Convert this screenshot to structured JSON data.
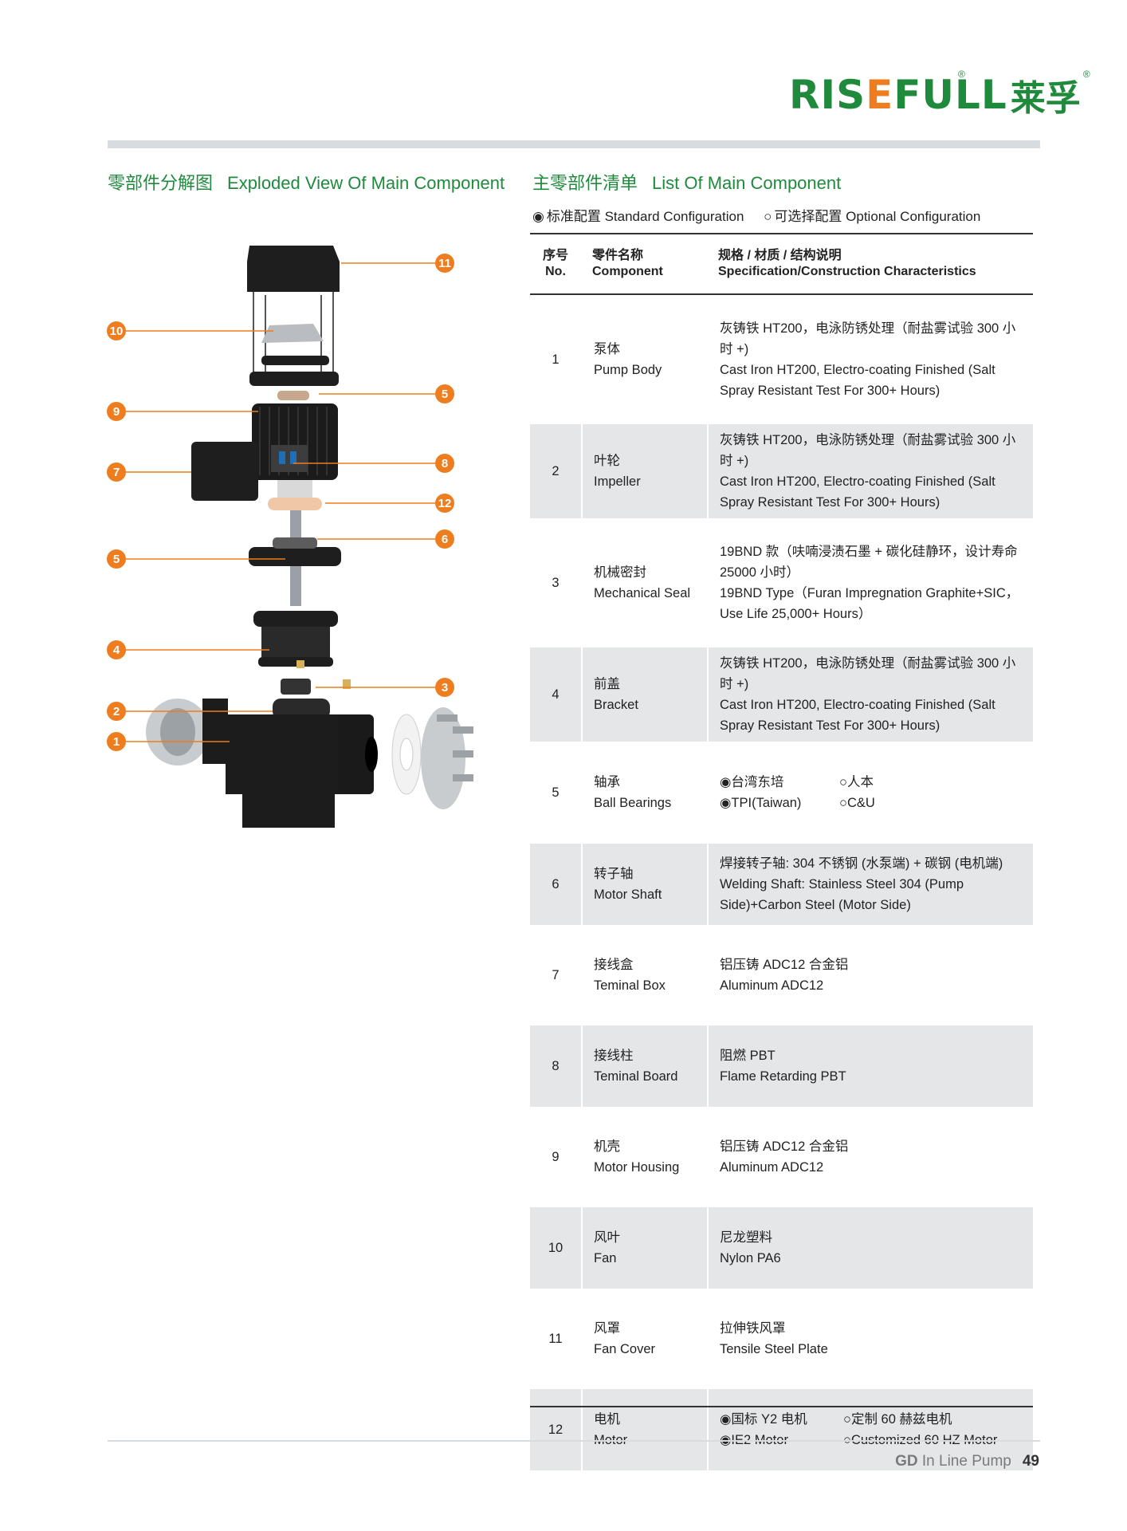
{
  "brand": {
    "name_latin": "RISEFULL",
    "name_cn": "莱孚"
  },
  "left_title": {
    "zh": "零部件分解图",
    "en": "Exploded View Of Main Component"
  },
  "right_title": {
    "zh": "主零部件清单",
    "en": "List Of Main Component"
  },
  "legend": {
    "standard": "标准配置 Standard Configuration",
    "optional": "可选择配置 Optional Configuration"
  },
  "table_header": {
    "no_zh": "序号",
    "no_en": "No.",
    "comp_zh": "零件名称",
    "comp_en": "Component",
    "spec_zh": "规格 / 材质 / 结构说明",
    "spec_en": "Specification/Construction Characteristics"
  },
  "rows": [
    {
      "no": "1",
      "zh": "泵体",
      "en": "Pump Body",
      "spec": [
        "灰铸铁 HT200，电泳防锈处理（耐盐雾试验 300 小时 +)",
        "Cast Iron HT200, Electro-coating Finished (Salt Spray Resistant Test For 300+ Hours)"
      ]
    },
    {
      "no": "2",
      "zh": "叶轮",
      "en": "Impeller",
      "spec": [
        "灰铸铁 HT200，电泳防锈处理（耐盐雾试验 300 小时 +)",
        "Cast Iron HT200, Electro-coating Finished (Salt Spray Resistant Test For 300+ Hours)"
      ]
    },
    {
      "no": "3",
      "zh": "机械密封",
      "en": "Mechanical Seal",
      "spec": [
        "19BND 款（呋喃浸渍石墨 + 碳化硅静环，设计寿命 25000 小时）",
        "19BND Type（Furan Impregnation Graphite+SIC，Use Life 25,000+ Hours）"
      ]
    },
    {
      "no": "4",
      "zh": "前盖",
      "en": "Bracket",
      "spec": [
        "灰铸铁 HT200，电泳防锈处理（耐盐雾试验 300 小时 +)",
        "Cast Iron HT200, Electro-coating Finished (Salt Spray Resistant Test For 300+ Hours)"
      ]
    },
    {
      "no": "5",
      "zh": "轴承",
      "en": "Ball Bearings",
      "opt_std": [
        "台湾东培",
        "TPI(Taiwan)"
      ],
      "opt_alt": [
        "人本",
        "C&U"
      ]
    },
    {
      "no": "6",
      "zh": "转子轴",
      "en": "Motor Shaft",
      "spec": [
        "焊接转子轴: 304 不锈钢 (水泵端) + 碳钢 (电机端)",
        "Welding Shaft: Stainless Steel 304 (Pump Side)+Carbon Steel (Motor Side)"
      ]
    },
    {
      "no": "7",
      "zh": "接线盒",
      "en": "Teminal Box",
      "spec": [
        "铝压铸 ADC12 合金铝",
        "Aluminum ADC12"
      ]
    },
    {
      "no": "8",
      "zh": "接线柱",
      "en": "Teminal Board",
      "spec": [
        "阻燃 PBT",
        "Flame Retarding PBT"
      ]
    },
    {
      "no": "9",
      "zh": "机壳",
      "en": "Motor Housing",
      "spec": [
        "铝压铸 ADC12 合金铝",
        "Aluminum ADC12"
      ]
    },
    {
      "no": "10",
      "zh": "风叶",
      "en": "Fan",
      "spec": [
        "尼龙塑料",
        "Nylon PA6"
      ]
    },
    {
      "no": "11",
      "zh": "风罩",
      "en": "Fan Cover",
      "spec": [
        "拉伸铁风罩",
        "Tensile Steel Plate"
      ]
    },
    {
      "no": "12",
      "zh": "电机",
      "en": "Motor",
      "opt_std": [
        "国标 Y2 电机",
        "IE2 Motor"
      ],
      "opt_alt": [
        "定制 60 赫兹电机",
        "Customized 60 HZ Motor"
      ]
    }
  ],
  "diagram_badges": [
    "11",
    "10",
    "5",
    "9",
    "8",
    "7",
    "12",
    "6",
    "5",
    "4",
    "3",
    "2",
    "1"
  ],
  "footer": {
    "series": "GD",
    "product": "In Line Pump",
    "page": "49"
  },
  "colors": {
    "accent_green": "#1f8a3c",
    "accent_orange": "#ee7d1f",
    "row_shade": "#e4e6e8"
  }
}
